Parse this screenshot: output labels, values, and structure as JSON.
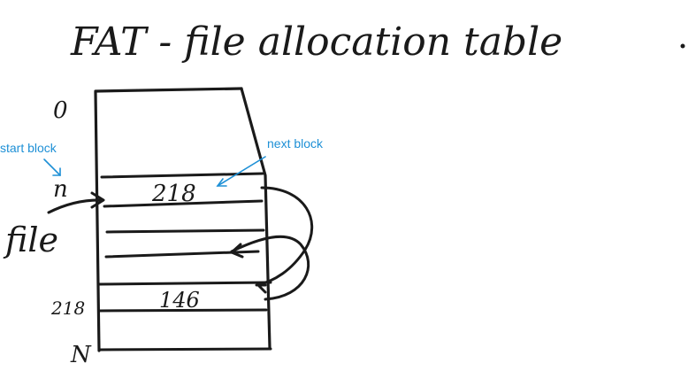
{
  "title": "FAT - file allocation table",
  "row_labels": {
    "top": "0",
    "start": "n",
    "middle": "218",
    "bottom": "N"
  },
  "file_label": "file",
  "cells": {
    "start_entry": "218",
    "second_entry": "146"
  },
  "annotations": {
    "start_block": "start block",
    "next_block": "next block"
  },
  "colors": {
    "ink": "#1a1a1a",
    "annotation": "#1e90d6"
  }
}
